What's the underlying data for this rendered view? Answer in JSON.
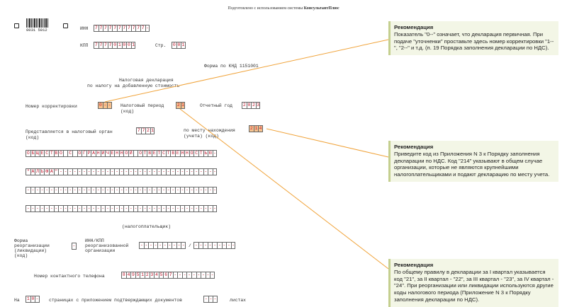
{
  "header": {
    "prefix": "Подготовлено с использованием системы",
    "brand": "КонсультантПлюс"
  },
  "barcode_number": "0031 5012",
  "inn": {
    "label": "ИНН",
    "cells": [
      "7",
      "7",
      "7",
      "7",
      "7",
      "7",
      "7",
      "7",
      "7",
      "7",
      "7",
      "-"
    ]
  },
  "kpp": {
    "label": "КПП",
    "cells": [
      "7",
      "7",
      "7",
      "7",
      "0",
      "1",
      "0",
      "0",
      "1"
    ]
  },
  "page": {
    "label": "Стр.",
    "cells": [
      "0",
      "0",
      "1"
    ]
  },
  "form_code": "Форма по КНД 1151001",
  "title": {
    "line1": "Налоговая декларация",
    "line2": "по налогу на добавленную стоимость"
  },
  "correction": {
    "label": "Номер корректировки",
    "cells": [
      "0",
      "-",
      "-"
    ]
  },
  "tax_period": {
    "label": "Налоговый период",
    "sublabel": "(код)",
    "cells": [
      "2",
      "1"
    ]
  },
  "report_year": {
    "label": "Отчетный год",
    "cells": [
      "2",
      "0",
      "2",
      "3"
    ]
  },
  "tax_authority": {
    "label": "Представляется в налоговый орган",
    "sublabel": "(код)",
    "cells": [
      "7",
      "7",
      "2",
      "1"
    ]
  },
  "location": {
    "label": "по месту нахождения",
    "sublabel": "(учета) (код)",
    "cells": [
      "2",
      "1",
      "4"
    ]
  },
  "org_rows": [
    [
      "О",
      "Б",
      "Щ",
      "Е",
      "С",
      "Т",
      "В",
      "О",
      "",
      "С",
      "",
      "О",
      "Г",
      "Р",
      "А",
      "Н",
      "И",
      "Ч",
      "Е",
      "Н",
      "Н",
      "О",
      "Й",
      "",
      "О",
      "Т",
      "В",
      "Е",
      "Т",
      "С",
      "Т",
      "В",
      "Е",
      "Н",
      "Н",
      "О",
      "С",
      "Т",
      "Ь",
      "Ю",
      "-"
    ],
    [
      "\"",
      "А",
      "Л",
      "Ь",
      "Ф",
      "А",
      "\"",
      "-",
      "-",
      "-",
      "-",
      "-",
      "-",
      "-",
      "-",
      "-",
      "-",
      "-",
      "-",
      "-",
      "-",
      "-",
      "-",
      "-",
      "-",
      "-",
      "-",
      "-",
      "-",
      "-",
      "-",
      "-",
      "-",
      "-",
      "-",
      "-",
      "-",
      "-",
      "-",
      "-",
      "-"
    ],
    [
      "-",
      "-",
      "-",
      "-",
      "-",
      "-",
      "-",
      "-",
      "-",
      "-",
      "-",
      "-",
      "-",
      "-",
      "-",
      "-",
      "-",
      "-",
      "-",
      "-",
      "-",
      "-",
      "-",
      "-",
      "-",
      "-",
      "-",
      "-",
      "-",
      "-",
      "-",
      "-",
      "-",
      "-",
      "-",
      "-",
      "-",
      "-",
      "-",
      "-",
      "-"
    ],
    [
      "-",
      "-",
      "-",
      "-",
      "-",
      "-",
      "-",
      "-",
      "-",
      "-",
      "-",
      "-",
      "-",
      "-",
      "-",
      "-",
      "-",
      "-",
      "-",
      "-",
      "-",
      "-",
      "-",
      "-",
      "-",
      "-",
      "-",
      "-",
      "-",
      "-",
      "-",
      "-",
      "-",
      "-",
      "-",
      "-",
      "-",
      "-",
      "-",
      "-",
      "-"
    ]
  ],
  "taxpayer_caption": "(налогоплательщик)",
  "reorg": {
    "form_label_1": "Форма",
    "form_label_2": "реорганизации",
    "form_label_3": "(ликвидации)",
    "form_label_4": "(код)",
    "form_cells": [
      "-"
    ],
    "inn_label_1": "ИНН/КПП",
    "inn_label_2": "реорганизованной",
    "inn_label_3": "организации",
    "inn_cells": [
      "-",
      "-",
      "-",
      "-",
      "-",
      "-",
      "-",
      "-",
      "-",
      "-"
    ],
    "kpp_cells": [
      "-",
      "-",
      "-",
      "-",
      "-",
      "-",
      "-",
      "-",
      "-"
    ]
  },
  "phone": {
    "label": "Номер контактного телефона",
    "cells": [
      "8",
      "4",
      "9",
      "5",
      "1",
      "2",
      "3",
      "4",
      "5",
      "6",
      "7",
      "-",
      "-",
      "-",
      "-",
      "-",
      "-",
      "-",
      "-",
      "-"
    ]
  },
  "pages": {
    "prefix": "На",
    "cells": [
      "1",
      "0",
      "-"
    ],
    "middle": "страницах с приложением подтверждающих документов",
    "docs_cells": [
      "-",
      "-",
      "-"
    ],
    "suffix": "листах"
  },
  "recommendations": [
    {
      "title": "Рекомендация",
      "text": "Показатель \"0--\" означает, что декларация первичная. При подаче \"уточненки\" проставьте здесь номер корректировки \"1--\", \"2--\" и т.д. (п. 19 Порядка заполнения декларации по НДС)."
    },
    {
      "title": "Рекомендация",
      "text": "Приведите код из Приложения N 3 к Порядку заполнения декларации по НДС. Код \"214\" указывают в общем случае организации, которые не являются крупнейшими налогоплательщиками и подают декларацию по месту учета."
    },
    {
      "title": "Рекомендация",
      "text": "По общему правилу в декларации за I квартал указывается код \"21\", за II квартал - \"22\", за III квартал - \"23\", за IV квартал - \"24\". При реорганизации или ликвидации используются другие коды налогового периода (Приложение N 3 к Порядку заполнения декларации по НДС)."
    }
  ],
  "colors": {
    "highlight": "#f6c38f",
    "callout_line": "#f0a33a",
    "cell_text": "#c0182d",
    "callout_bg": "#f3f6e6"
  }
}
